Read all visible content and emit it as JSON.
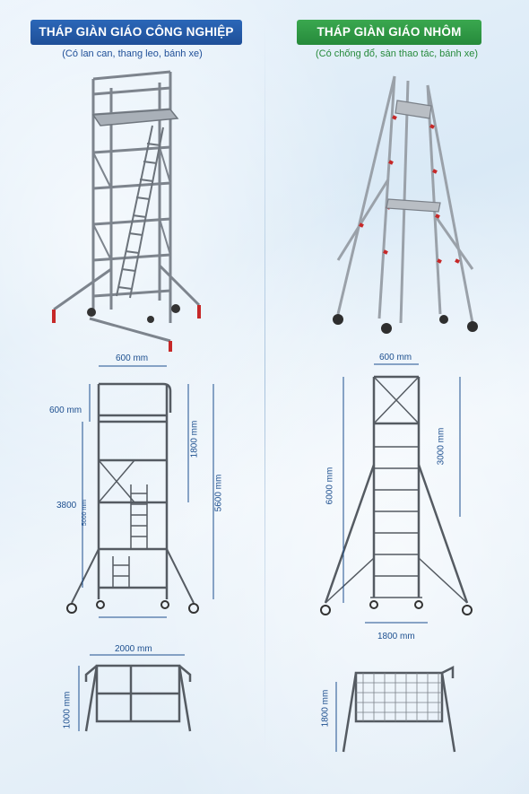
{
  "left": {
    "title": "THÁP GIÀN GIÁO CÔNG NGHIỆP",
    "subtitle": "(Có lan can, thang leo, bánh xe)",
    "dims": {
      "top_width": "600 mm",
      "top_rail": "600 mm",
      "upper_height": "1800 mm",
      "mid_height": "3800",
      "total_height": "5600 mm",
      "side_mark": "5000 mm",
      "plan_width": "2000 mm",
      "plan_depth": "1000 mm"
    }
  },
  "right": {
    "title": "THÁP GIÀN GIÁO NHÔM",
    "subtitle": "(Có chống đổ, sàn thao tác, bánh xe)",
    "dims": {
      "top_width": "600 mm",
      "upper_height": "3000 mm",
      "total_height": "6000 mm",
      "base_width": "1800 mm",
      "plan_depth": "1800 mm"
    }
  },
  "colors": {
    "blue_banner": "#1f4f98",
    "green_banner": "#268a3b",
    "steel": "#8a9099",
    "aluminum_red": "#c62828",
    "dim_blue": "#1d4f8f"
  }
}
